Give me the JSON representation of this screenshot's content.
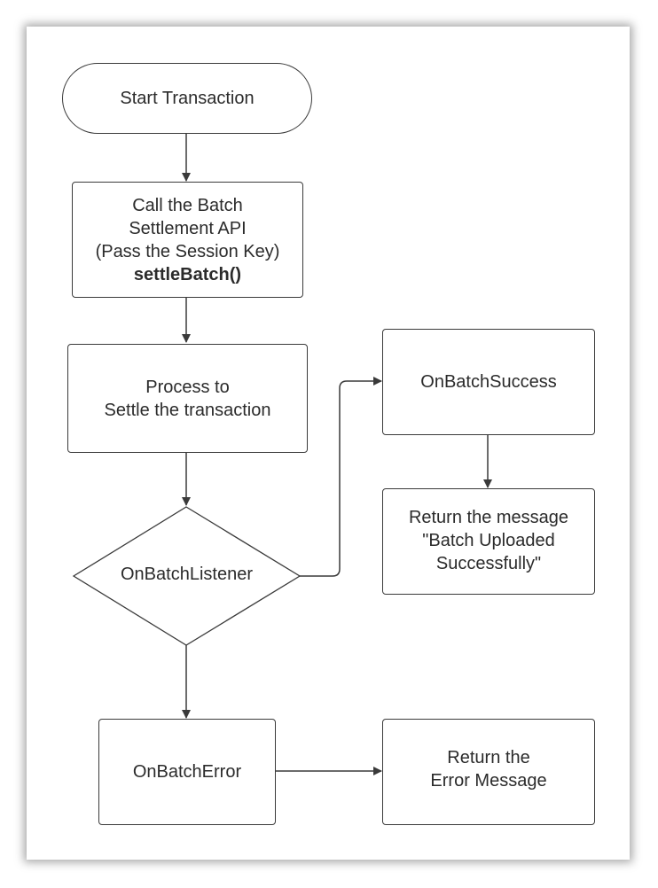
{
  "nodes": {
    "start": "Start Transaction",
    "call_api": {
      "line1": "Call the Batch",
      "line2": "Settlement API",
      "line3": "(Pass the Session Key)",
      "line4": "settleBatch()"
    },
    "process": {
      "line1": "Process to",
      "line2": "Settle the transaction"
    },
    "listener": "OnBatchListener",
    "success": "OnBatchSuccess",
    "success_msg": {
      "line1": "Return the message",
      "line2": "\"Batch Uploaded",
      "line3": "Successfully\""
    },
    "error": "OnBatchError",
    "error_msg": {
      "line1": "Return the",
      "line2": "Error Message"
    }
  },
  "colors": {
    "stroke": "#3a3a3a",
    "text": "#2b2b2b"
  }
}
